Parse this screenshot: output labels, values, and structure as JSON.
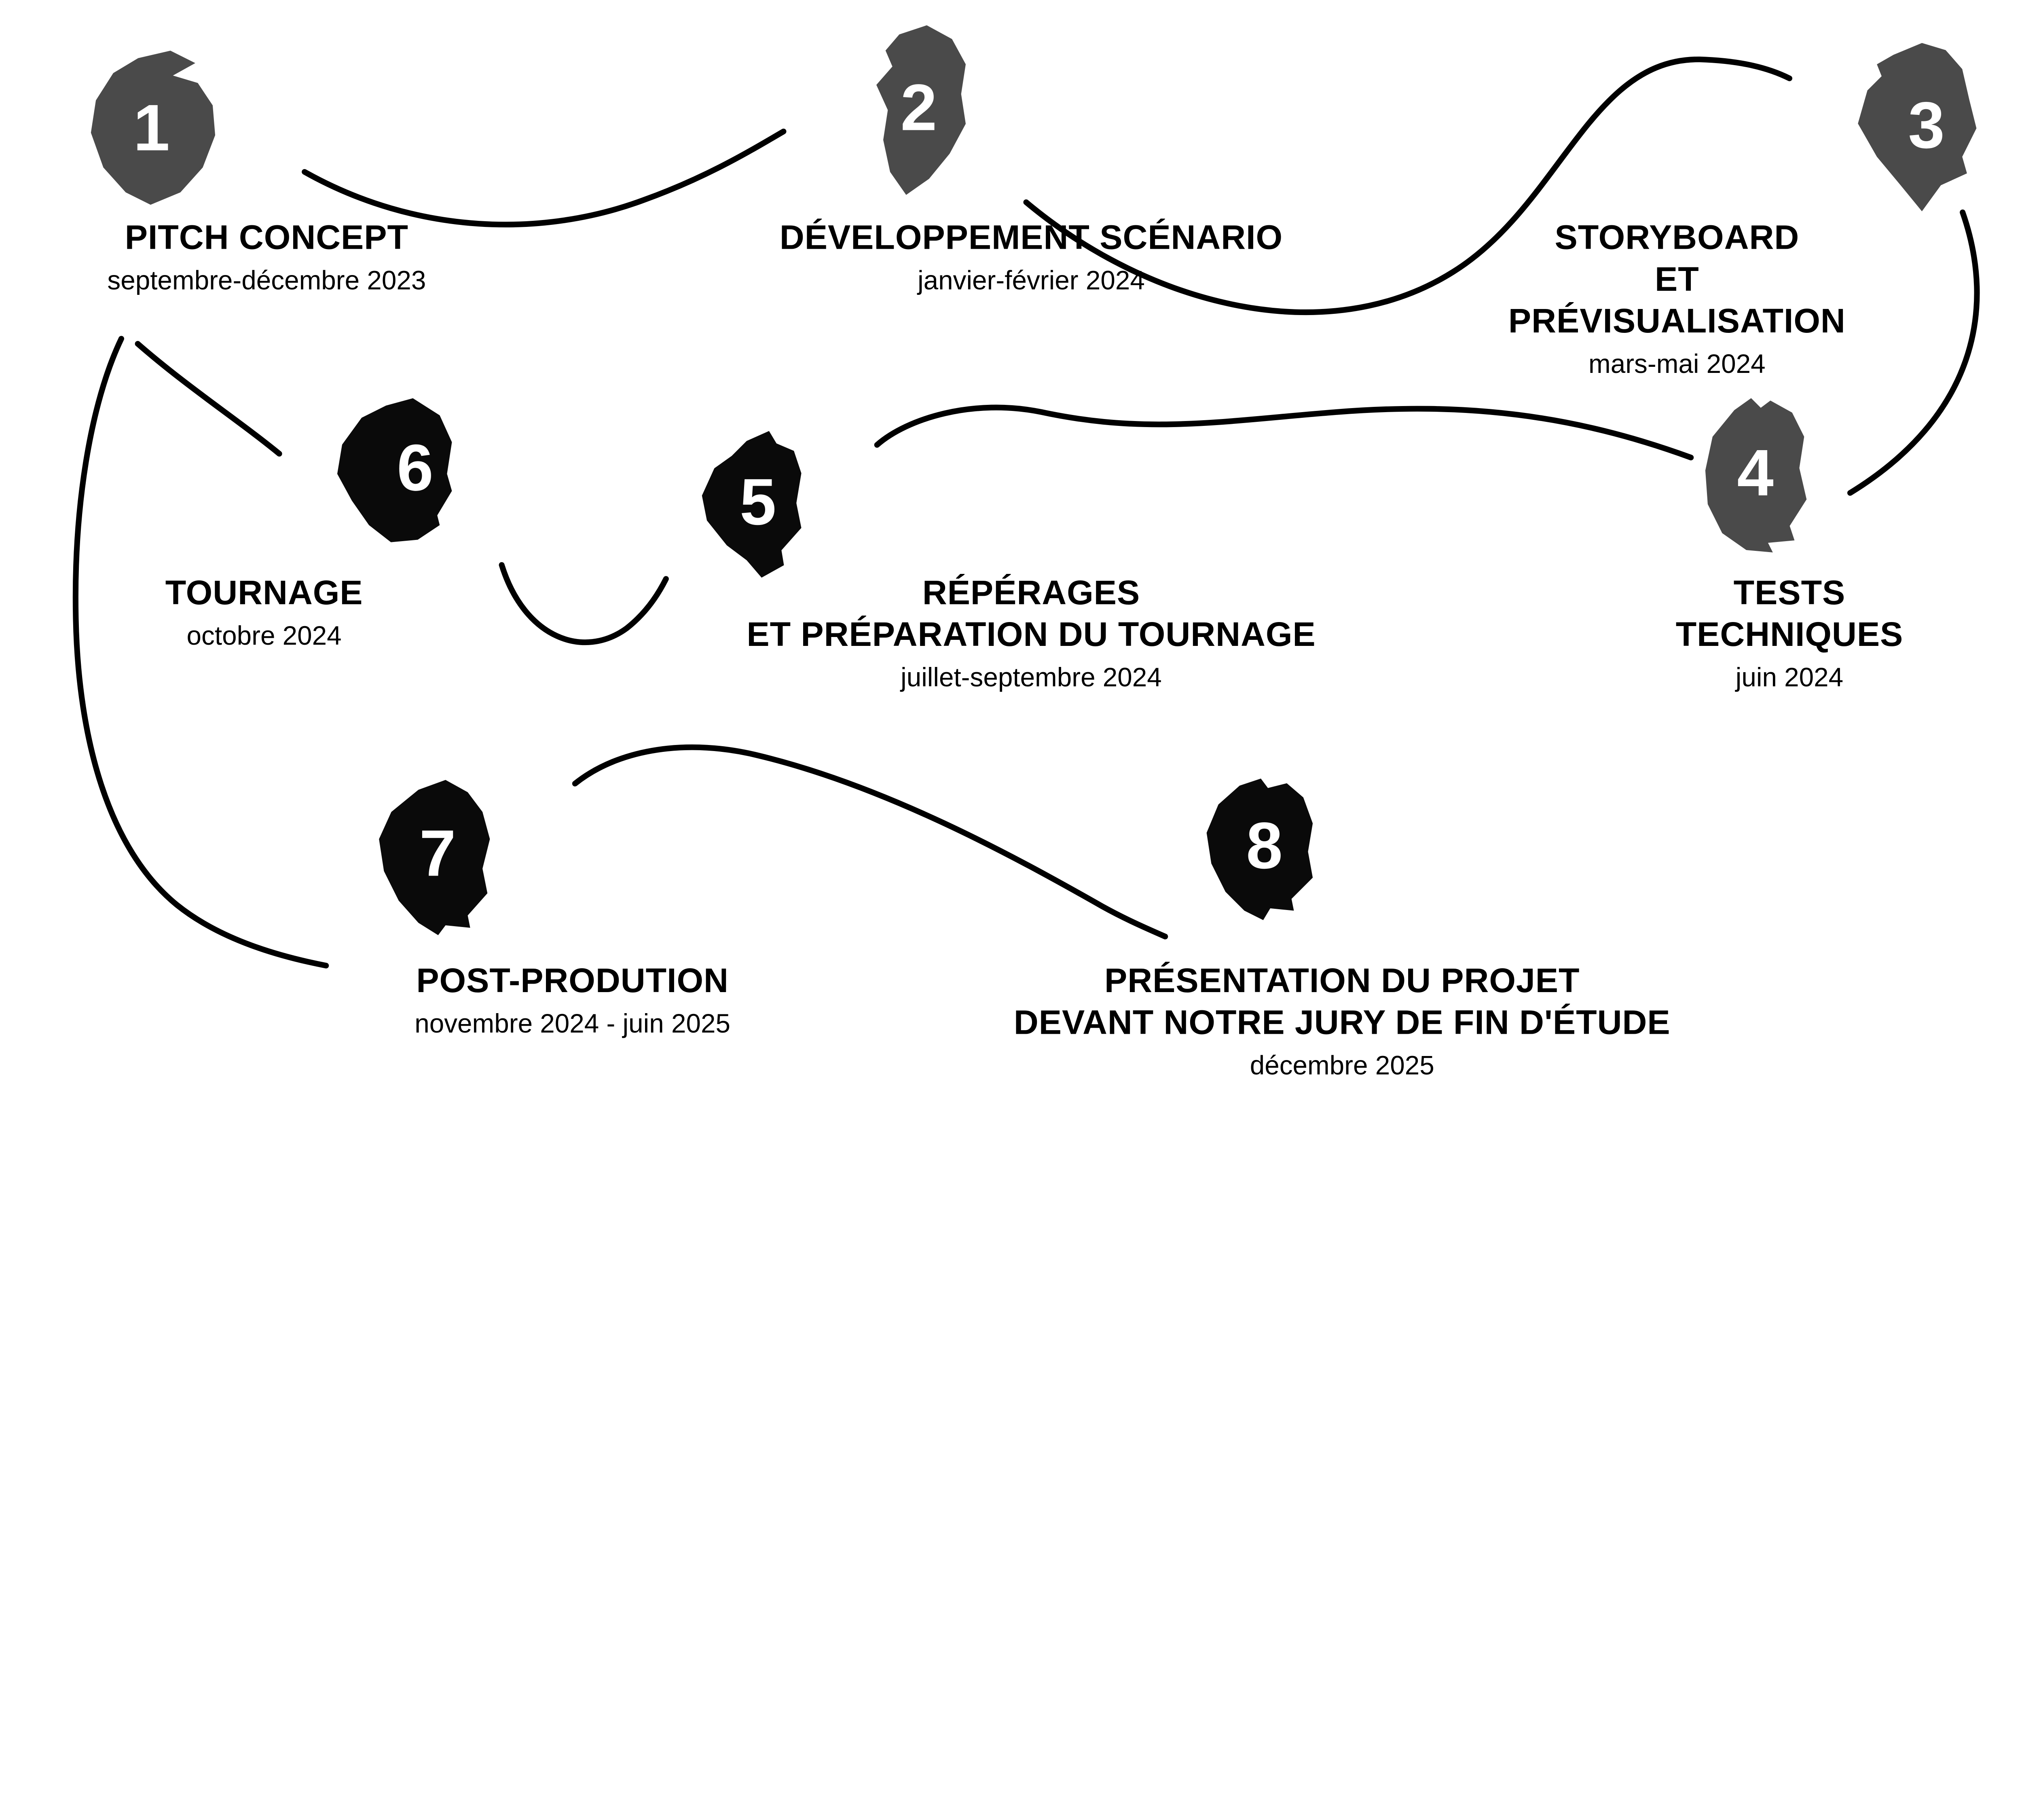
{
  "colors": {
    "blob_gray": "#4a4a4a",
    "blob_black": "#0a0a0a",
    "line": "#000000",
    "number": "#ffffff",
    "text": "#000000"
  },
  "steps": [
    {
      "number": "1",
      "title": "PITCH CONCEPT",
      "date": "septembre-décembre 2023"
    },
    {
      "number": "2",
      "title": "DÉVELOPPEMENT SCÉNARIO",
      "date": "janvier-février 2024"
    },
    {
      "number": "3",
      "title": "STORYBOARD\nET PRÉVISUALISATION",
      "date": "mars-mai 2024"
    },
    {
      "number": "4",
      "title": "TESTS TECHNIQUES",
      "date": "juin 2024"
    },
    {
      "number": "5",
      "title": "RÉPÉRAGES\nET PRÉPARATION DU TOURNAGE",
      "date": "juillet-septembre 2024"
    },
    {
      "number": "6",
      "title": "TOURNAGE",
      "date": "octobre 2024"
    },
    {
      "number": "7",
      "title": "POST-PRODUTION",
      "date": "novembre 2024 - juin 2025"
    },
    {
      "number": "8",
      "title": "PRÉSENTATION DU PROJET\nDEVANT NOTRE JURY DE FIN D'ÉTUDE",
      "date": "décembre 2025"
    }
  ]
}
